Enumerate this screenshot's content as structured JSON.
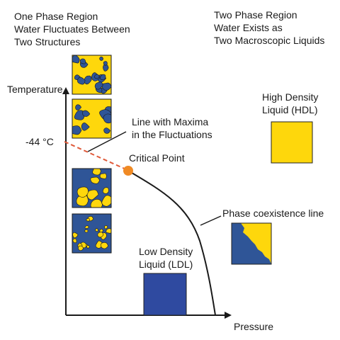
{
  "labels": {
    "one_phase": [
      "One Phase Region",
      "Water Fluctuates Between",
      "Two Structures"
    ],
    "two_phase": [
      "Two Phase Region",
      "Water Exists as",
      "Two Macroscopic Liquids"
    ],
    "temperature_axis": "Temperature",
    "pressure_axis": "Pressure",
    "temp_marker": "-44 °C",
    "maxima_line": [
      "Line with Maxima",
      "in the Fluctuations"
    ],
    "critical_point": "Critical Point",
    "hdl": [
      "High Density",
      "Liquid (HDL)"
    ],
    "ldl": [
      "Low Density",
      "Liquid (LDL)"
    ],
    "coexistence": "Phase coexistence line"
  },
  "colors": {
    "yellow": "#fed70c",
    "blue": "#2f5597",
    "ldl_blue": "#2f4aa0",
    "critical_point": "#f08a24",
    "maxima_line": "#e05a3a",
    "axis": "#1a1a1a"
  }
}
